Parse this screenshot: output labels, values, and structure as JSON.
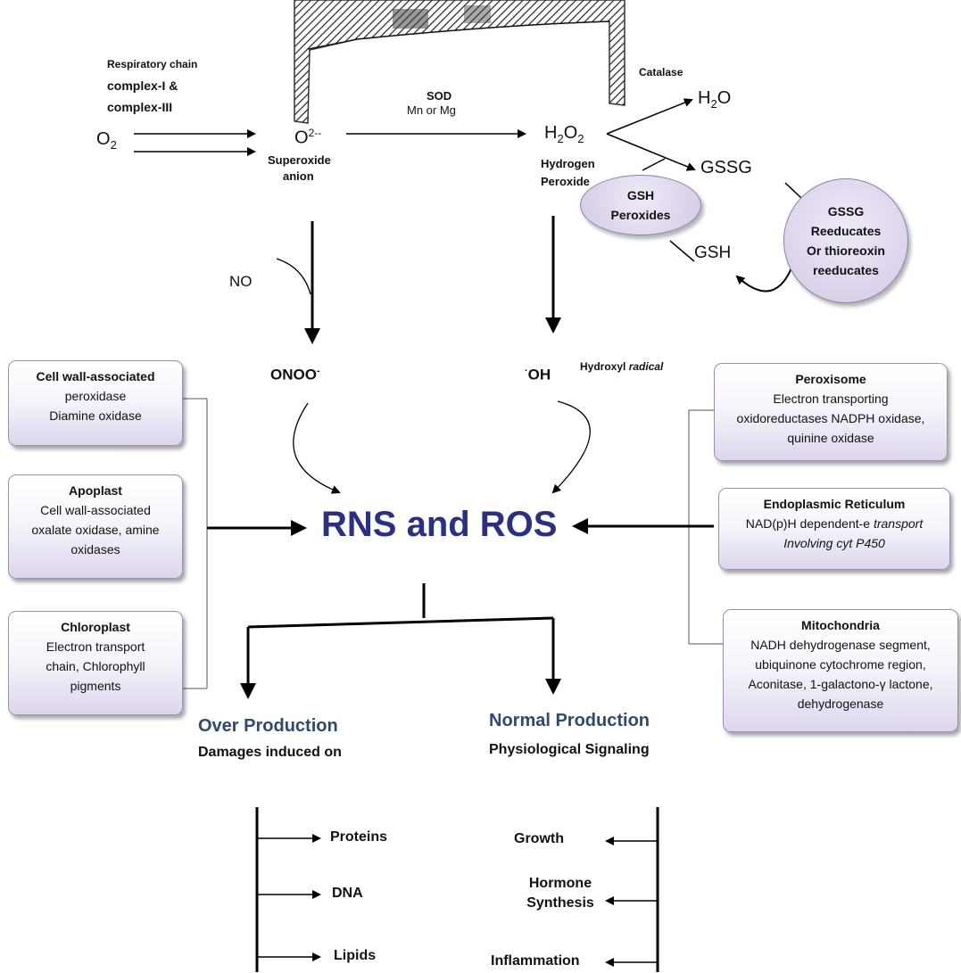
{
  "top": {
    "o2": "O",
    "o2_sub": "2",
    "superoxide": "O",
    "superoxide_sup": "2--",
    "superoxide_label_1": "Superoxide",
    "superoxide_label_2": "anion",
    "resp_1": "Respiratory chain",
    "resp_2": "complex-I &",
    "resp_3": "complex-III",
    "sod": "SOD",
    "sod_detail": "Mn or Mg",
    "h2o2_a": "H",
    "h2o2_s1": "2",
    "h2o2_b": "O",
    "h2o2_s2": "2",
    "h2o2_label_1": "Hydrogen",
    "h2o2_label_2": "Peroxide",
    "catalase": "Catalase",
    "h2o_a": "H",
    "h2o_s": "2",
    "h2o_b": "O",
    "gssg": "GSSG",
    "gsh": "GSH",
    "gsh_peroxides": [
      "GSH",
      "Peroxides"
    ],
    "gssg_reductase": [
      "GSSG",
      "Reeducates",
      "Or thioreoxin",
      "reeducates"
    ]
  },
  "middle": {
    "no": "NO",
    "onoo": "ONOO",
    "onoo_sup": "-",
    "oh_sup": "·",
    "oh": "OH",
    "hydroxyl": "Hydroxyl ",
    "hydroxyl_italic": "radical",
    "center_title": "RNS and ROS"
  },
  "left_boxes": [
    {
      "heading": "Cell wall-associated",
      "body": "peroxidase\nDiamine oxidase"
    },
    {
      "heading": "Apoplast",
      "body": "Cell wall-associated\noxalate oxidase, amine\noxidases"
    },
    {
      "heading": "Chloroplast",
      "body": "Electron transport\nchain, Chlorophyll\npigments"
    }
  ],
  "right_boxes": [
    {
      "heading": "Peroxisome",
      "body": "Electron transporting\noxidoreductases NADPH oxidase,\nquinine oxidase"
    },
    {
      "heading": "Endoplasmic Reticulum",
      "body_plain": "NAD(p)H dependent-e ",
      "body_italic": "transport\nInvolving cyt P450"
    },
    {
      "heading": "Mitochondria",
      "body": "NADH dehydrogenase segment,\nubiquinone cytochrome region,\nAconitase, 1-galactono-γ lactone,\ndehydrogenase"
    }
  ],
  "over": {
    "title": "Over Production",
    "subtitle": "Damages induced on",
    "items": [
      "Proteins",
      "DNA",
      "Lipids"
    ]
  },
  "normal": {
    "title": "Normal Production",
    "subtitle": "Physiological Signaling",
    "items": [
      "Growth",
      "Hormone\nSynthesis",
      "Inflammation"
    ]
  },
  "colors": {
    "title_blue": "#2a3182",
    "production_blue": "#2e4a6e",
    "box_border": "#9b8fb8",
    "box_fill_bottom": "#ddd6ec"
  }
}
